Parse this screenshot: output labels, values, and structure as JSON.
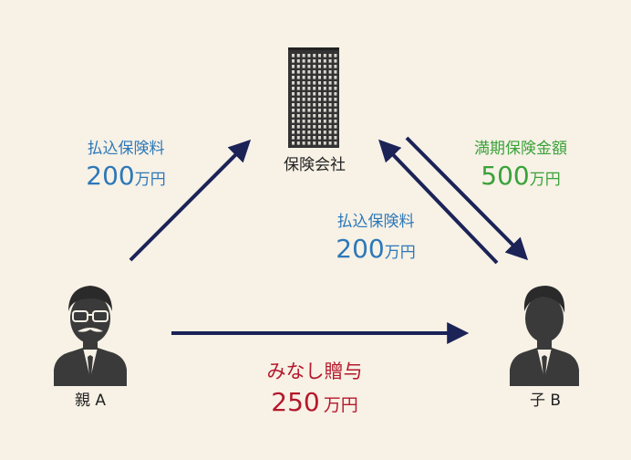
{
  "insurer": {
    "label": "保険会社"
  },
  "parent": {
    "label": "親 A"
  },
  "child": {
    "label": "子 B"
  },
  "flow_parent_to_insurer": {
    "title": "払込保険料",
    "amount": "200",
    "unit": "万円"
  },
  "flow_child_to_insurer": {
    "title": "払込保険料",
    "amount": "200",
    "unit": "万円"
  },
  "flow_insurer_to_child": {
    "title": "満期保険金額",
    "amount": "500",
    "unit": "万円"
  },
  "flow_parent_to_child": {
    "title": "みなし贈与",
    "amount": "250",
    "unit": "万円"
  },
  "colors": {
    "navy": "#1b2357",
    "blue": "#2c78b8",
    "green": "#3aa23a",
    "red": "#b5182b",
    "figure": "#3a3a3a",
    "background": "#f7f1e6"
  }
}
